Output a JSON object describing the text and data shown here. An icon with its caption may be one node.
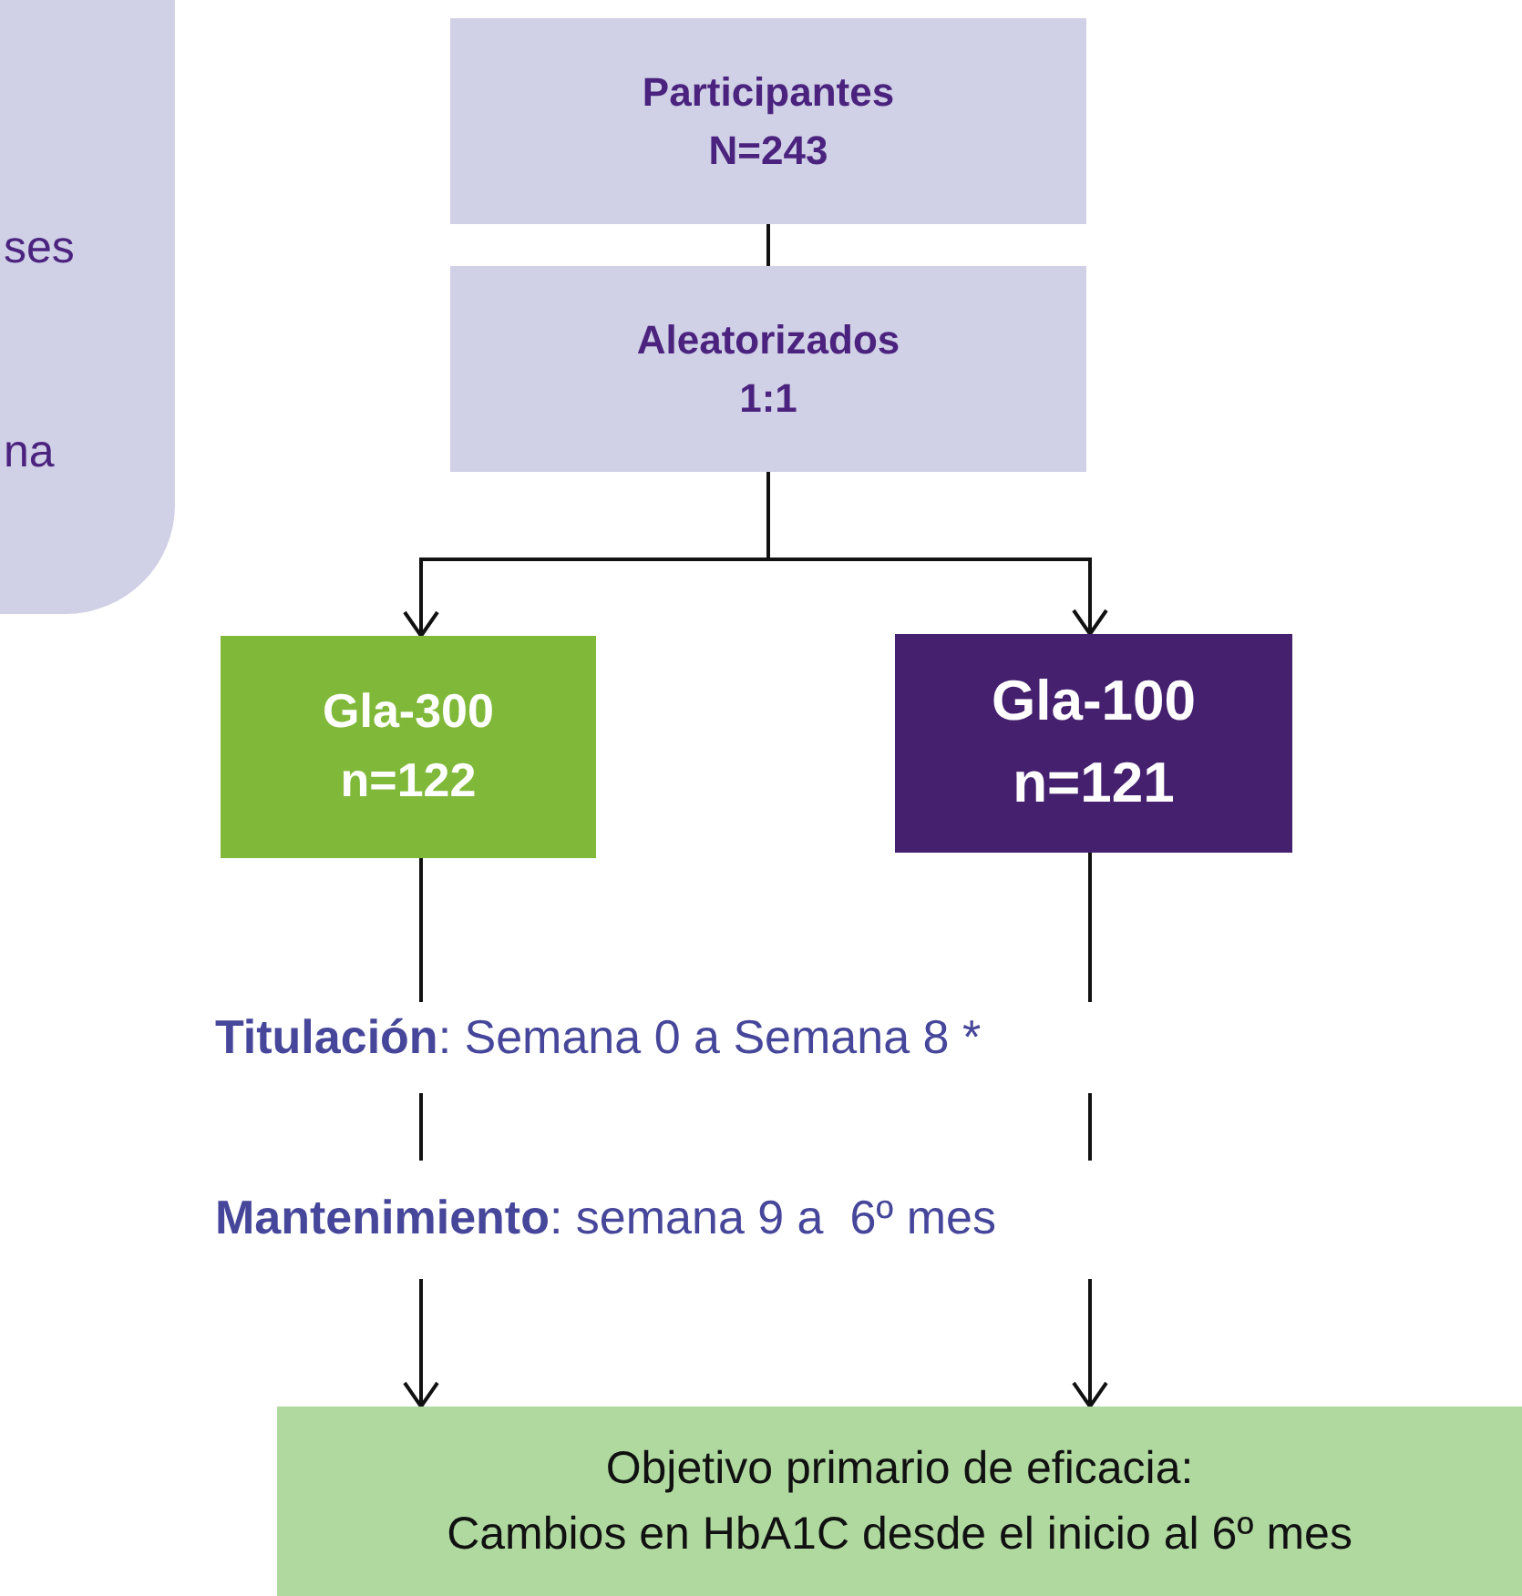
{
  "diagram": {
    "nodes": [
      {
        "text": [
          "ses",
          "na"
        ]
      },
      {
        "text": [
          "Participantes",
          "N=243"
        ]
      },
      {
        "text": [
          "Aleatorizados",
          "1:1"
        ]
      },
      {
        "text": [
          "Gla-300",
          "n=122"
        ]
      },
      {
        "text": [
          "Gla-100",
          "n=121"
        ]
      },
      {
        "text": [
          "**Titulación**: Semana 0 a Semana 8 *"
        ]
      },
      {
        "text": [
          "**Mantenimiento**: semana 9 a  6º mes"
        ]
      },
      {
        "text": [
          "Objetivo primario de eficacia:",
          "Cambios en HbA1C desde el inicio al 6º mes"
        ]
      }
    ],
    "edges": [
      {
        "from": 1,
        "to": 2,
        "arrow": "none"
      },
      {
        "from": 2,
        "to": 3,
        "arrow": "to"
      },
      {
        "from": 2,
        "to": 4,
        "arrow": "to"
      },
      {
        "from": 3,
        "to": 5,
        "arrow": "none"
      },
      {
        "from": 4,
        "to": 5,
        "arrow": "none"
      },
      {
        "from": 5,
        "to": 6,
        "arrow": "none"
      },
      {
        "from": 5,
        "to": 6,
        "arrow": "none"
      },
      {
        "from": 6,
        "to": 7,
        "arrow": "to"
      },
      {
        "from": 6,
        "to": 7,
        "arrow": "to"
      }
    ]
  }
}
